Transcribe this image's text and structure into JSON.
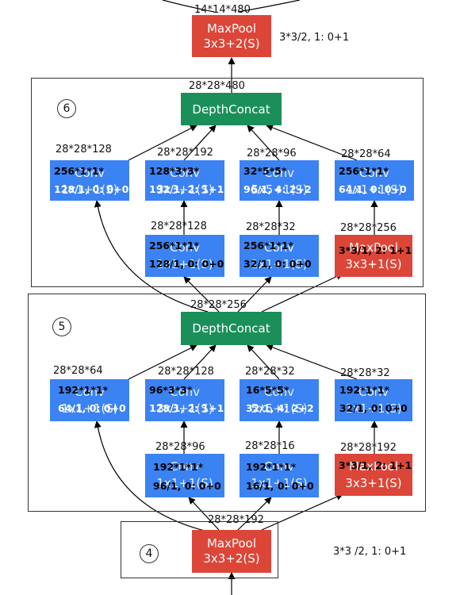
{
  "colors": {
    "conv": "#3b82f2",
    "pool": "#dc4638",
    "concat": "#1a8f5a"
  },
  "top": {
    "size_label": "14*14*480",
    "maxpool_title": "MaxPool",
    "maxpool_sub": "3x3+2(S)",
    "maxpool_note": "3*3/2, 1: 0+1"
  },
  "s6": {
    "index": "6",
    "concat_label": "DepthConcat",
    "concat_size": "28*28*480",
    "b1": {
      "size": "28*28*128",
      "ov1": "256*1*1*",
      "ov2": "128/1, 0: 0+0",
      "title": "Conv",
      "sub": "1x1+1(S)"
    },
    "b2": {
      "size": "28*28*192",
      "ov1": "128*3*3*",
      "ov2": "192/1, 2: 1+1",
      "title": "Conv",
      "sub": "3x3+1(S)"
    },
    "b3": {
      "size": "28*28*96",
      "ov1": "32*5*5*",
      "ov2": "96/1, 4: 2+2",
      "title": "Conv",
      "sub": "5x5+1(S)"
    },
    "b4": {
      "size": "28*28*64",
      "ov1": "256*1*1*",
      "ov2": "64/1, 0: 0+0",
      "title": "Conv",
      "sub": "1x1+1(S)"
    },
    "r2": {
      "size": "28*28*128",
      "ov1": "256*1*1*",
      "ov2": "128/1, 0: 0+0",
      "title": "Conv",
      "sub": "1x1+1(S)"
    },
    "r3": {
      "size": "28*28*32",
      "ov1": "256*1*1*",
      "ov2": "32/1, 0: 0+0",
      "title": "Conv",
      "sub": "1x1+1(S)"
    },
    "r4": {
      "size": "28*28*256",
      "ov1": "3*3/1, 2: 1+1",
      "title": "MaxPool",
      "sub": "3x3+1(S)"
    }
  },
  "s5": {
    "index": "5",
    "concat_label": "DepthConcat",
    "concat_size": "28*28*256",
    "b1": {
      "size": "28*28*64",
      "ov1": "192*1*1*",
      "ov2": "64/1, 0: 0+0",
      "title": "Conv",
      "sub": "1x1+1(S)"
    },
    "b2": {
      "size": "28*28*128",
      "ov1": "96*3*3*",
      "ov2": "128/1, 2: 1+1",
      "title": "Conv",
      "sub": "3x3+1(S)"
    },
    "b3": {
      "size": "28*28*32",
      "ov1": "16*5*5*",
      "ov2": "32/1, 4: 2+2",
      "title": "Conv",
      "sub": "5x5+1(S)"
    },
    "b4": {
      "size": "28*28*32",
      "ov1": "192*1*1*",
      "ov2": "32/1, 0: 0+0",
      "title": "Conv",
      "sub": "1x1+1(S)"
    },
    "r2": {
      "size": "28*28*96",
      "ov1": "192*1*1*",
      "ov2": "96/1, 0: 0+0",
      "title": "Conv",
      "sub": "1x1+1(S)"
    },
    "r3": {
      "size": "28*28*16",
      "ov1": "192*1*1*",
      "ov2": "16/1, 0: 0+0",
      "title": "Conv",
      "sub": "1x1+1(S)"
    },
    "r4": {
      "size": "28*28*192",
      "ov1": "3*3/1, 2: 1+1",
      "title": "MaxPool",
      "sub": "3x3+1(S)"
    }
  },
  "s4": {
    "index": "4",
    "size_label": "28*28*192",
    "maxpool_title": "MaxPool",
    "maxpool_sub": "3x3+2(S)",
    "maxpool_note": "3*3 /2, 1: 0+1"
  }
}
